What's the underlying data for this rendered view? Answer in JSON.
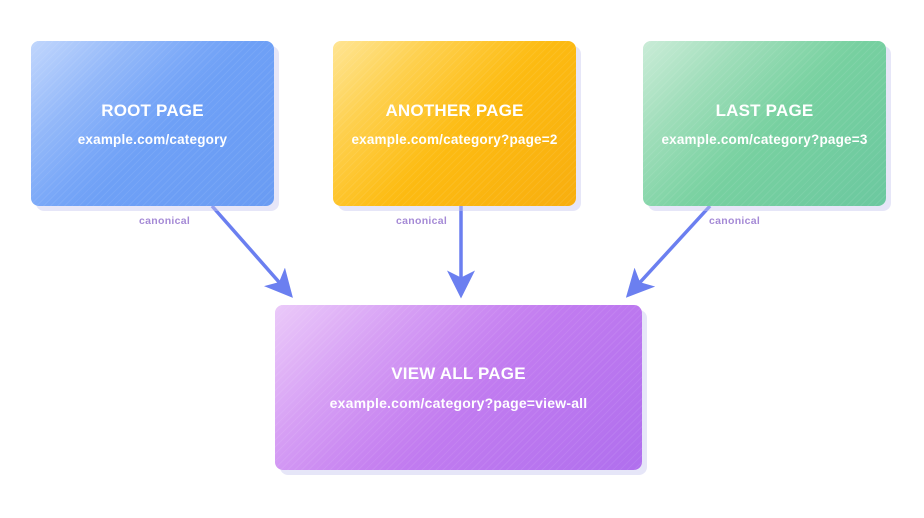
{
  "diagram": {
    "nodes": [
      {
        "id": "root",
        "title": "ROOT PAGE",
        "url": "example.com/category",
        "color": "#6fa1f7"
      },
      {
        "id": "another",
        "title": "ANOTHER PAGE",
        "url": "example.com/category?page=2",
        "color": "#fdbc12"
      },
      {
        "id": "last",
        "title": "LAST PAGE",
        "url": "example.com/category?page=3",
        "color": "#78d1a0"
      },
      {
        "id": "viewall",
        "title": "VIEW ALL PAGE",
        "url": "example.com/category?page=view-all",
        "color": "#c57ef0"
      }
    ],
    "edges": [
      {
        "from": "root",
        "to": "viewall",
        "label": "canonical"
      },
      {
        "from": "another",
        "to": "viewall",
        "label": "canonical"
      },
      {
        "from": "last",
        "to": "viewall",
        "label": "canonical"
      }
    ],
    "arrow_color": "#6b7ff0",
    "label_color": "#a58ad6"
  }
}
